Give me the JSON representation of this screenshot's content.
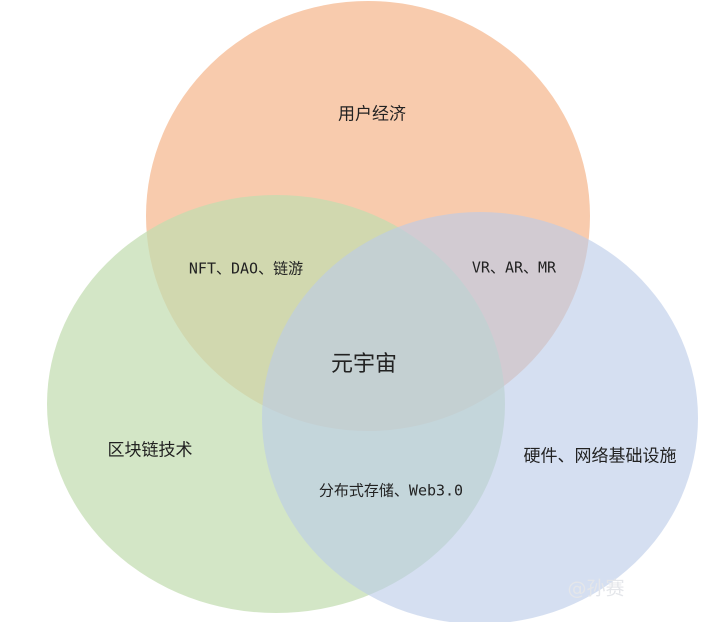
{
  "colors": {
    "top": "#f8cbad",
    "left": "#c8e0b8",
    "right": "#c5d4ee"
  },
  "sets": {
    "top": "用户经济",
    "left": "区块链技术",
    "right": "硬件、网络基础设施"
  },
  "intersections": {
    "top_left": "NFT、DAO、链游",
    "top_right": "VR、AR、MR",
    "left_right": "分布式存储、Web3.0",
    "all": "元宇宙"
  },
  "watermark": "@孙赛"
}
